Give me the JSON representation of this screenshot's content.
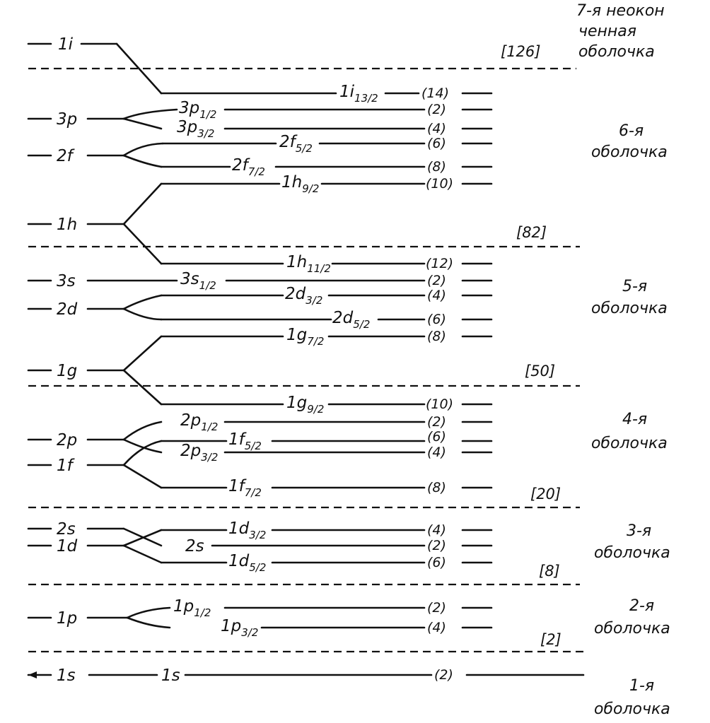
{
  "oscillator_levels": [
    {
      "label": "1i"
    },
    {
      "label": "3p"
    },
    {
      "label": "2f"
    },
    {
      "label": "1h"
    },
    {
      "label": "3s"
    },
    {
      "label": "2d"
    },
    {
      "label": "1g"
    },
    {
      "label": "2p"
    },
    {
      "label": "1f"
    },
    {
      "label": "2s"
    },
    {
      "label": "1d"
    },
    {
      "label": "1p"
    },
    {
      "label": "1s"
    }
  ],
  "split_levels": [
    {
      "main": "1i",
      "sub": "13/2",
      "occ": "(14)"
    },
    {
      "main": "3p",
      "sub": "1/2",
      "occ": "(2)"
    },
    {
      "main": "3p",
      "sub": "3/2",
      "occ": "(4)"
    },
    {
      "main": "2f",
      "sub": "5/2",
      "occ": "(6)"
    },
    {
      "main": "2f",
      "sub": "7/2",
      "occ": "(8)"
    },
    {
      "main": "1h",
      "sub": "9/2",
      "occ": "(10)"
    },
    {
      "main": "1h",
      "sub": "11/2",
      "occ": "(12)"
    },
    {
      "main": "3s",
      "sub": "1/2",
      "occ": "(2)"
    },
    {
      "main": "2d",
      "sub": "3/2",
      "occ": "(4)"
    },
    {
      "main": "2d",
      "sub": "5/2",
      "occ": "(6)"
    },
    {
      "main": "1g",
      "sub": "7/2",
      "occ": "(8)"
    },
    {
      "main": "1g",
      "sub": "9/2",
      "occ": "(10)"
    },
    {
      "main": "2p",
      "sub": "1/2",
      "occ": "(2)"
    },
    {
      "main": "1f",
      "sub": "5/2",
      "occ": "(6)"
    },
    {
      "main": "2p",
      "sub": "3/2",
      "occ": "(4)"
    },
    {
      "main": "1f",
      "sub": "7/2",
      "occ": "(8)"
    },
    {
      "main": "1d",
      "sub": "3/2",
      "occ": "(4)"
    },
    {
      "main": "2s",
      "sub": "",
      "occ": "(2)"
    },
    {
      "main": "1d",
      "sub": "5/2",
      "occ": "(6)"
    },
    {
      "main": "1p",
      "sub": "1/2",
      "occ": "(2)"
    },
    {
      "main": "1p",
      "sub": "3/2",
      "occ": "(4)"
    },
    {
      "main": "1s",
      "sub": "",
      "occ": "(2)"
    }
  ],
  "magic_numbers": [
    "[126]",
    "[82]",
    "[50]",
    "[20]",
    "[8]",
    "[2]"
  ],
  "shells": [
    {
      "lines": [
        "7-я неокон",
        "ченная",
        "оболочка"
      ]
    },
    {
      "lines": [
        "6-я",
        "оболочка"
      ]
    },
    {
      "lines": [
        "5-я",
        "оболочка"
      ]
    },
    {
      "lines": [
        "4-я",
        "оболочка"
      ]
    },
    {
      "lines": [
        "3-я",
        "оболочка"
      ]
    },
    {
      "lines": [
        "2-я",
        "оболочка"
      ]
    },
    {
      "lines": [
        "1-я",
        "оболочка"
      ]
    }
  ]
}
